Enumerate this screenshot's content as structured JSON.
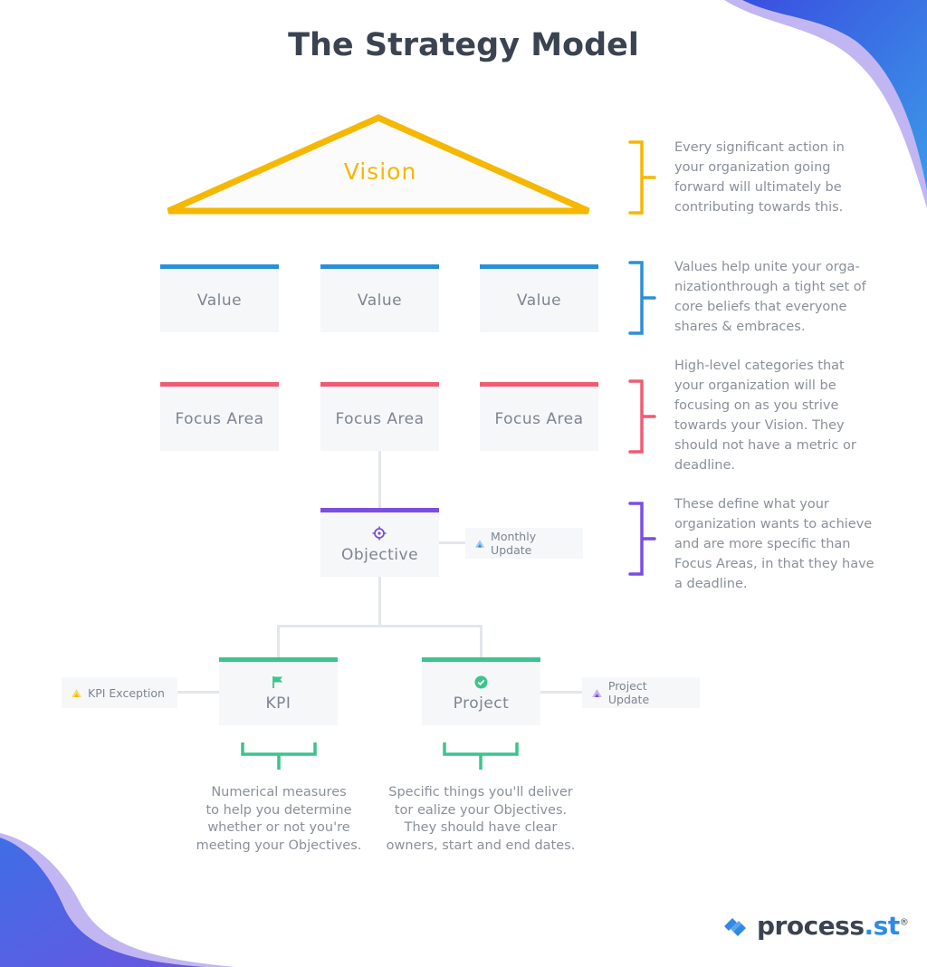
{
  "title": "The Strategy Model",
  "vision": {
    "label": "Vision",
    "description": [
      "Every significant action in",
      "your organization going",
      "forward will ultimately be",
      "contributing towards this."
    ]
  },
  "values": {
    "items": [
      "Value",
      "Value",
      "Value"
    ],
    "description": [
      "Values help unite your orga-",
      "nizationthrough a tight set of",
      "core beliefs that everyone",
      "shares & embraces."
    ]
  },
  "focus_areas": {
    "items": [
      "Focus Area",
      "Focus Area",
      "Focus Area"
    ],
    "description": [
      "High-level categories that",
      "your organization will be",
      "focusing on as you strive",
      "towards your Vision. They",
      "should not have a metric or",
      "deadline."
    ]
  },
  "objective": {
    "label": "Objective",
    "update": "Monthly Update",
    "description": [
      "These define what your",
      "organization wants to achieve",
      "and are more specific than",
      "Focus Areas, in that they have",
      "a deadline."
    ]
  },
  "kpi": {
    "label": "KPI",
    "exception": "KPI Exception",
    "description": [
      "Numerical measures",
      "to help you determine",
      "whether or not you're",
      "meeting your Objectives."
    ]
  },
  "project": {
    "label": "Project",
    "update": "Project Update",
    "description": [
      "Specific things you'll deliver",
      "tor ealize your Objectives.",
      "They should have clear",
      "owners, start and end dates."
    ]
  },
  "logo": {
    "text_main": "process",
    "text_suffix": ".st",
    "mark": "®"
  },
  "colors": {
    "vision": "#f5b700",
    "value": "#2b8fd6",
    "focus_area": "#ef5b72",
    "objective": "#7a4ee0",
    "kpi_project": "#3cc48d",
    "title": "#3b4351",
    "corner_blue": "#4a6ee8",
    "corner_purple": "#8e6ee6"
  },
  "icons": {
    "objective": "target-icon",
    "kpi": "flag-icon",
    "project": "check-circle-icon",
    "update_monthly": "mountain-blue-icon",
    "update_kpi": "mountain-yellow-icon",
    "update_project": "mountain-purple-icon",
    "logo": "process-st-logo-icon"
  }
}
